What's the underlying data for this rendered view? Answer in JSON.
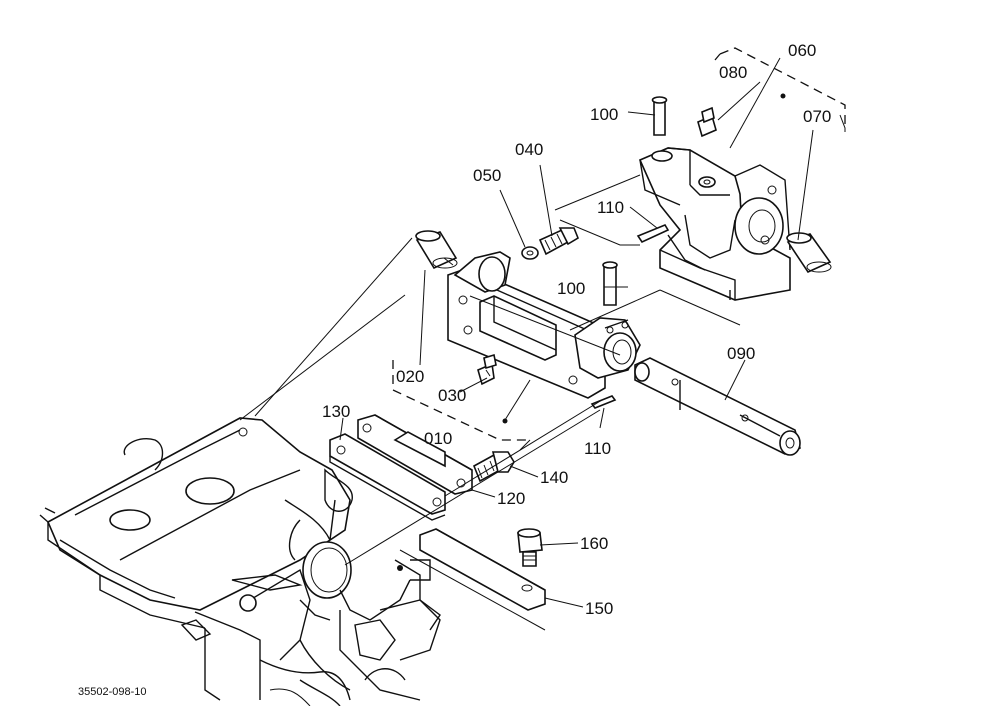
{
  "diagram": {
    "callouts": {
      "p010": "010",
      "p020": "020",
      "p030": "030",
      "p040": "040",
      "p050": "050",
      "p060": "060",
      "p070": "070",
      "p080": "080",
      "p090": "090",
      "p100a": "100",
      "p100b": "100",
      "p110a": "110",
      "p110b": "110",
      "p120": "120",
      "p130": "130",
      "p140": "140",
      "p150": "150",
      "p160": "160"
    },
    "drawing_code": "35502-098-10"
  }
}
